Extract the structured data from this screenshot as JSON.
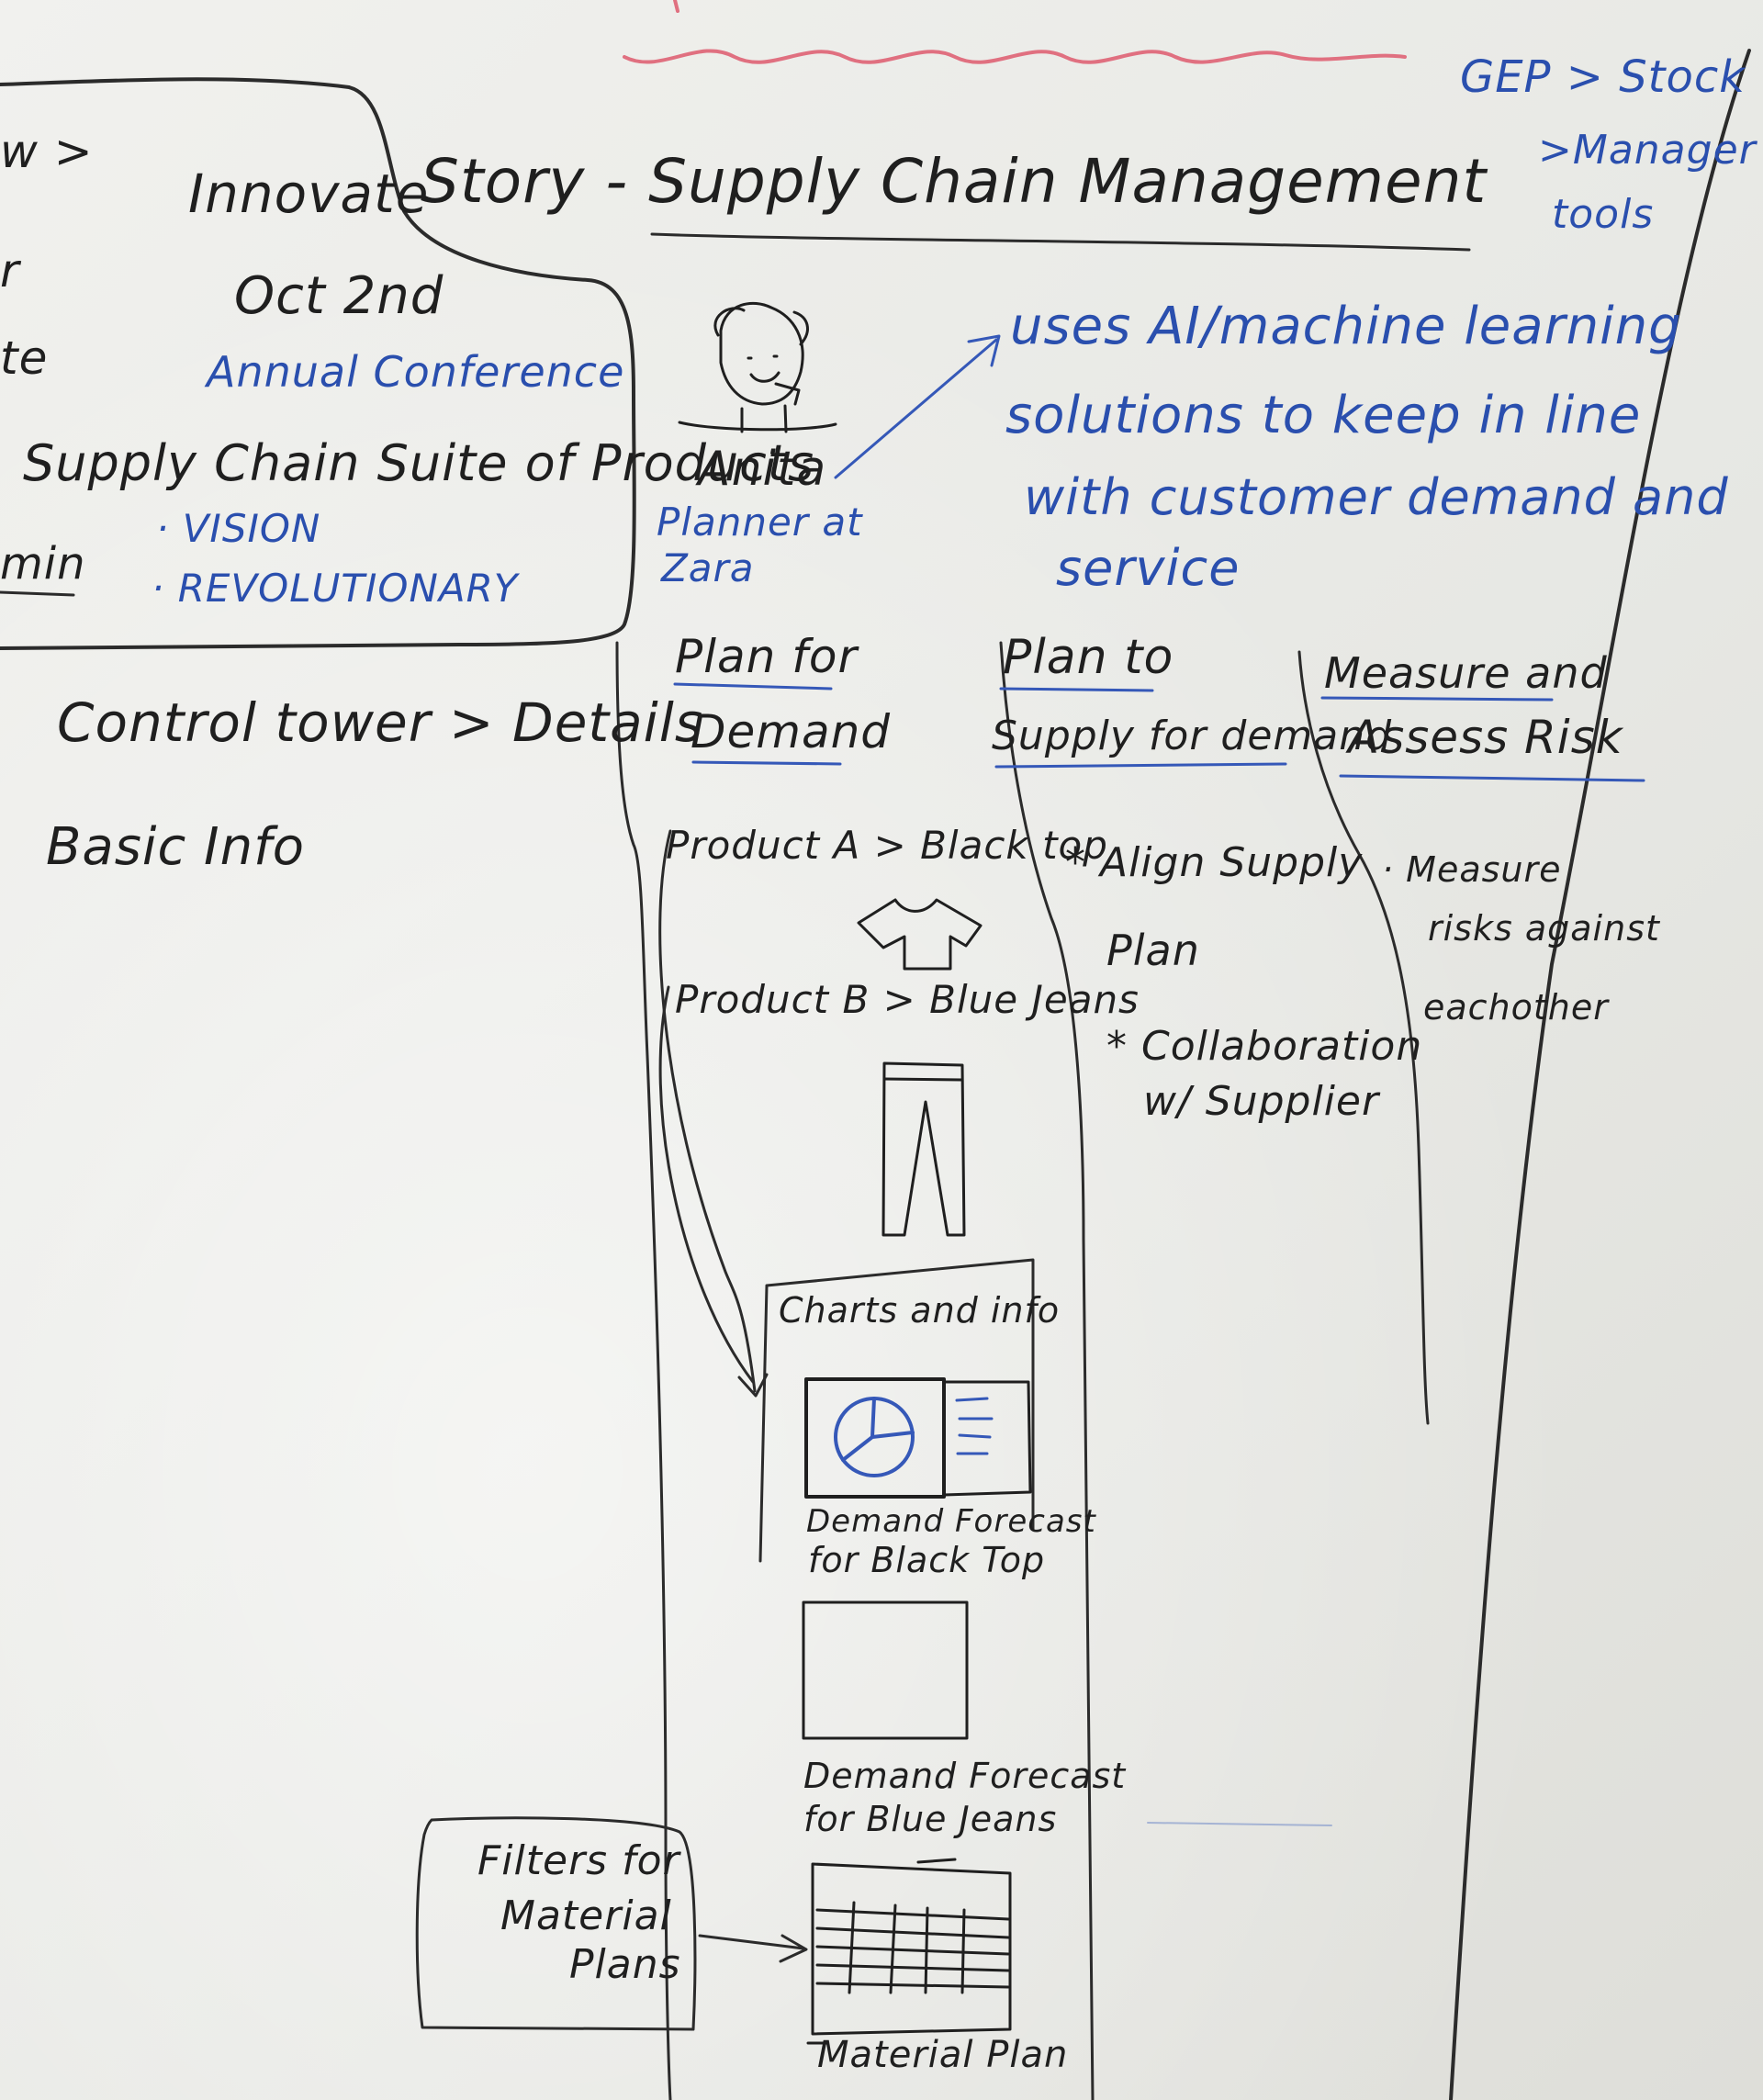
{
  "colors": {
    "board": "#ecece8",
    "black_ink": "#1f1f1f",
    "blue_ink": "#2a4fae",
    "red_ink": "#e07080"
  },
  "top_right": {
    "line1": "GEP > Stock",
    "line2": ">Manager",
    "line3": "tools"
  },
  "title": "Story - Supply Chain Management",
  "left_box": {
    "fragment_1": "w >",
    "fragment_2": "r",
    "fragment_3": "te",
    "fragment_4": "min",
    "heading": "Innovate",
    "date": "Oct 2nd",
    "event": "Annual Conference",
    "suite": "Supply Chain Suite of Products",
    "bullet_1": "· VISION",
    "bullet_2": "· REVOLUTIONARY"
  },
  "left_notes": {
    "control_tower": "Control tower > Details",
    "basic_info": "Basic Info"
  },
  "persona": {
    "name": "Anita",
    "role_line1": "Planner at",
    "role_line2": "Zara"
  },
  "persona_note": {
    "line1": "uses AI/machine learning",
    "line2": "solutions to keep in line",
    "line3": "with customer demand and",
    "line4": "service"
  },
  "columns": {
    "plan_demand": {
      "line1": "Plan for",
      "line2": "Demand"
    },
    "plan_supply": {
      "line1": "Plan to",
      "line2": "Supply for demand"
    },
    "risk": {
      "line1": "Measure and",
      "line2": "Assess Risk"
    }
  },
  "products": {
    "a": "Product A > Black top",
    "b": "Product B > Blue Jeans"
  },
  "supply_items": {
    "item1_line1": "* Align Supply",
    "item1_line2": "Plan",
    "item2_line1": "* Collaboration",
    "item2_line2": "w/ Supplier"
  },
  "risk_items": {
    "line1": "· Measure",
    "line2": "risks against",
    "line3": "eachother"
  },
  "charts": {
    "heading": "Charts and info",
    "forecast_black_line1": "Demand Forecast",
    "forecast_black_line2": "for Black Top",
    "forecast_jeans_line1": "Demand Forecast",
    "forecast_jeans_line2": "for Blue Jeans"
  },
  "filters": {
    "line1": "Filters for",
    "line2": "Material",
    "line3": "Plans"
  },
  "material_plan": "Material Plan",
  "icons": [
    "person-sketch-icon",
    "t-shirt-sketch-icon",
    "jeans-sketch-icon",
    "pie-chart-sketch-icon",
    "grid-table-sketch-icon",
    "arrow-icon"
  ]
}
